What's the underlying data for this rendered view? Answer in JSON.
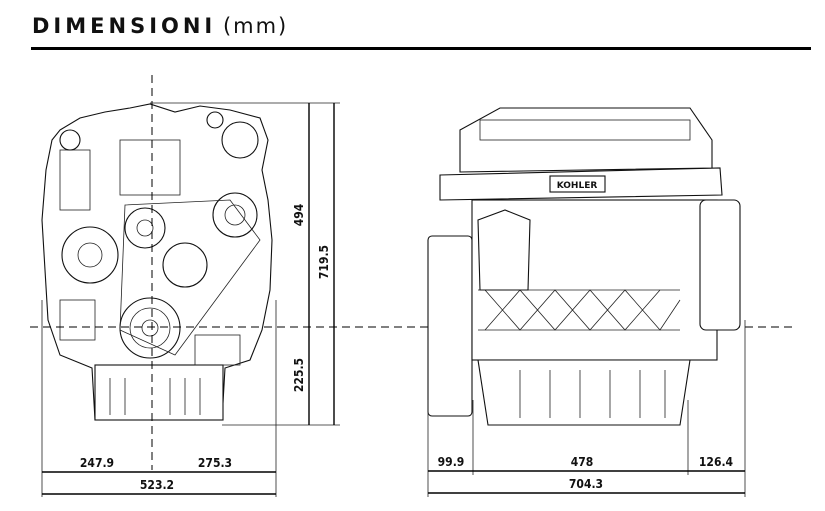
{
  "header": {
    "title": "DIMENSIONI",
    "unit": "(mm)"
  },
  "front_view": {
    "dims": {
      "left_width": "247.9",
      "right_width": "275.3",
      "total_width": "523.2",
      "upper_height": "494",
      "lower_height": "225.5",
      "total_height": "719.5"
    }
  },
  "side_view": {
    "logo": "KOHLER",
    "dims": {
      "front_offset": "99.9",
      "block_length": "478",
      "rear_offset": "126.4",
      "total_length": "704.3"
    }
  }
}
